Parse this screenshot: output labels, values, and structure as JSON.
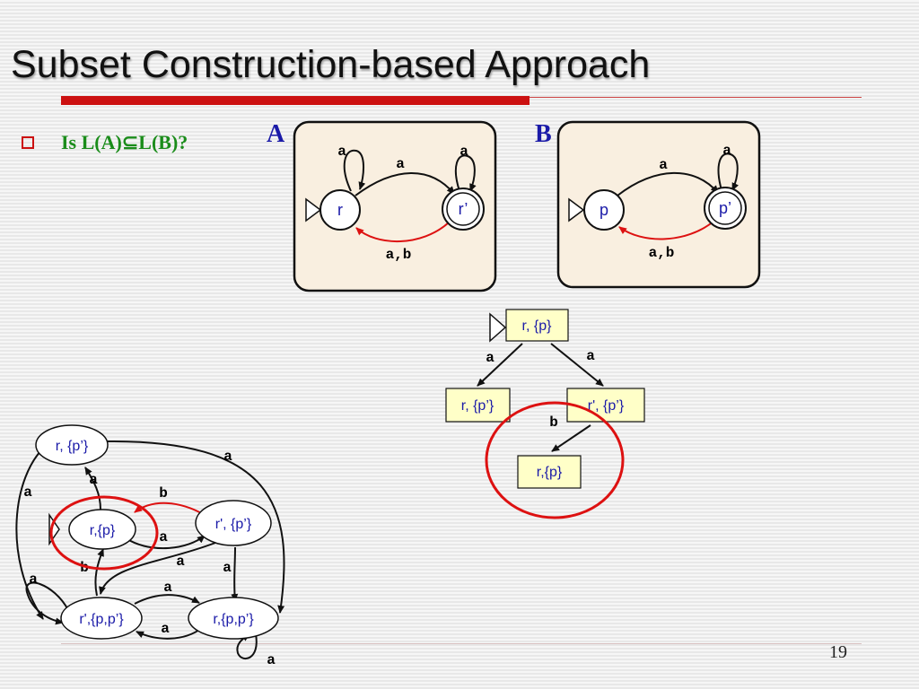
{
  "title": "Subset Construction-based Approach",
  "bullet": "Is L(A)⊆L(B)?",
  "page_number": "19",
  "colors": {
    "accent": "#cc1111",
    "question": "#1a8c1a",
    "panel_label": "#1a1aa8",
    "state_text": "#1a1aa8",
    "node_fill": "#ffffc8",
    "panel_fill": "#f9efe0"
  },
  "automaton_a": {
    "label": "A",
    "states": [
      "r",
      "r’"
    ],
    "edges": [
      {
        "from": "r",
        "to": "r",
        "label": "a"
      },
      {
        "from": "r",
        "to": "r’",
        "label": "a"
      },
      {
        "from": "r’",
        "to": "r’",
        "label": "a"
      },
      {
        "from": "r’",
        "to": "r",
        "label": "a,b"
      }
    ]
  },
  "automaton_b": {
    "label": "B",
    "states": [
      "p",
      "p’"
    ],
    "edges": [
      {
        "from": "p",
        "to": "p’",
        "label": "a"
      },
      {
        "from": "p’",
        "to": "p’",
        "label": "a"
      },
      {
        "from": "p’",
        "to": "p",
        "label": "a,b"
      }
    ]
  },
  "search_tree": {
    "nodes": [
      "r, {p}",
      "r, {p’}",
      "r', {p’}",
      "r,{p}"
    ],
    "edges": [
      {
        "from": "r, {p}",
        "to": "r, {p’}",
        "label": "a"
      },
      {
        "from": "r, {p}",
        "to": "r', {p’}",
        "label": "a"
      },
      {
        "from": "r', {p’}",
        "to": "r,{p}",
        "label": "b"
      }
    ]
  },
  "product": {
    "nodes": [
      "r, {p’}",
      "r,{p}",
      "r', {p’}",
      "r',{p,p’}",
      "r,{p,p’}"
    ],
    "edge_labels": [
      "a",
      "a",
      "a",
      "b",
      "a",
      "a",
      "a",
      "a",
      "b",
      "a",
      "a",
      "a",
      "a"
    ]
  }
}
